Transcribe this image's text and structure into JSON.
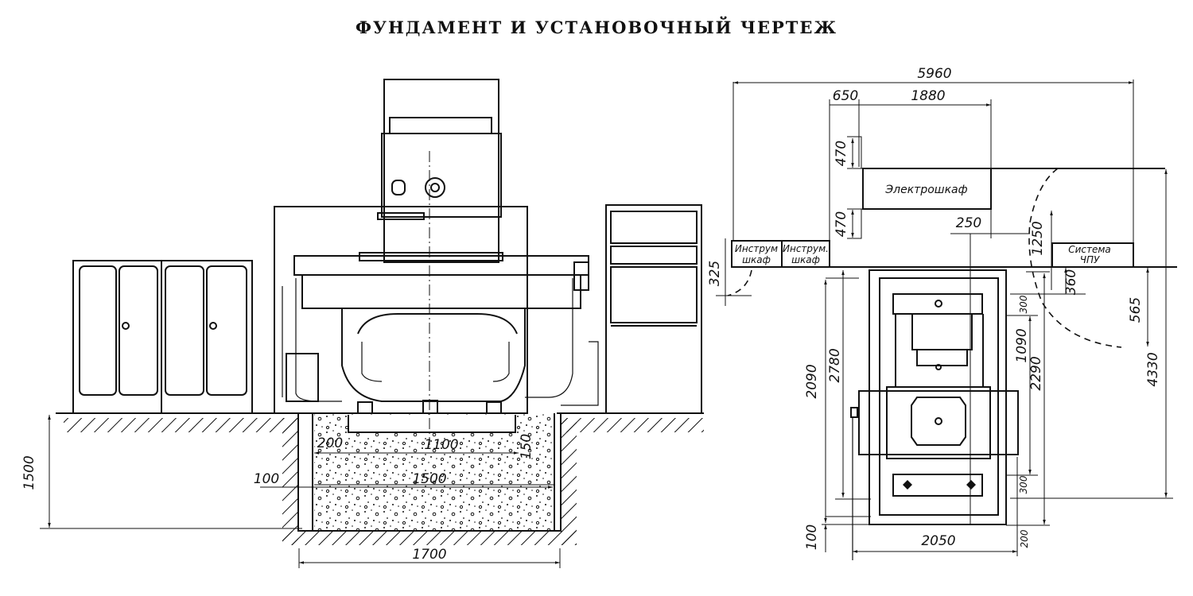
{
  "title": "ФУНДАМЕНТ И УСТАНОВОЧНЫЙ ЧЕРТЕЖ",
  "front_view": {
    "dimensions": {
      "depth": "1500",
      "pit_width": "1700",
      "inner_width": "1500",
      "top_width": "1100",
      "left_offset": "200",
      "right_offset": "150",
      "wall": "100"
    }
  },
  "plan_view": {
    "labels": {
      "electro_cabinet": "Электрошкаф",
      "tool_cabinet_1_line1": "Инструм",
      "tool_cabinet_1_line2": "шкаф",
      "tool_cabinet_2_line1": "Инструм.",
      "tool_cabinet_2_line2": "шкаф",
      "cnc_line1": "Система",
      "cnc_line2": "ЧПУ"
    },
    "dimensions": {
      "overall_width": "5960",
      "d650": "650",
      "d1880": "1880",
      "d470_top": "470",
      "d470_bottom": "470",
      "d250": "250",
      "d1250": "1250",
      "d325": "325",
      "d360": "360",
      "d565": "565",
      "d300_top": "300",
      "d1090": "1090",
      "d2290": "2290",
      "d4330": "4330",
      "d2090": "2090",
      "d2780": "2780",
      "d300_bottom": "300",
      "d100": "100",
      "d200": "200",
      "d2050": "2050"
    }
  }
}
